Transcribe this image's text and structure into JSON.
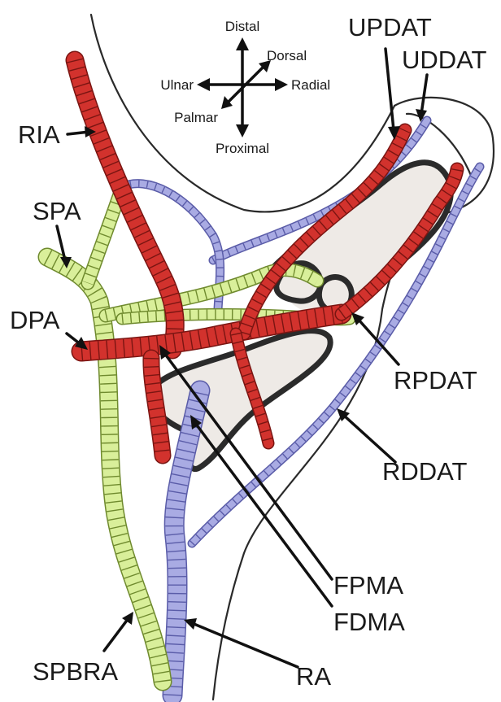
{
  "compass": {
    "up": "Distal",
    "down": "Proximal",
    "left": "Ulnar",
    "right": "Radial",
    "up_right": "Dorsal",
    "down_left": "Palmar"
  },
  "labels": {
    "ria": "RIA",
    "spa": "SPA",
    "dpa": "DPA",
    "updat": "UPDAT",
    "uddat": "UDDAT",
    "rpdat": "RPDAT",
    "rddat": "RDDAT",
    "fpma": "FPMA",
    "fdma": "FDMA",
    "spbra": "SPBRA",
    "ra": "RA"
  },
  "colors": {
    "artery_red": "#d2322d",
    "artery_red_edge": "#7a1512",
    "vessel_blue": "#a9abe3",
    "vessel_blue_edge": "#5a5ca8",
    "vessel_green": "#d9ef9a",
    "vessel_green_edge": "#6f8a2e",
    "bone_outline": "#2b2b2b"
  }
}
